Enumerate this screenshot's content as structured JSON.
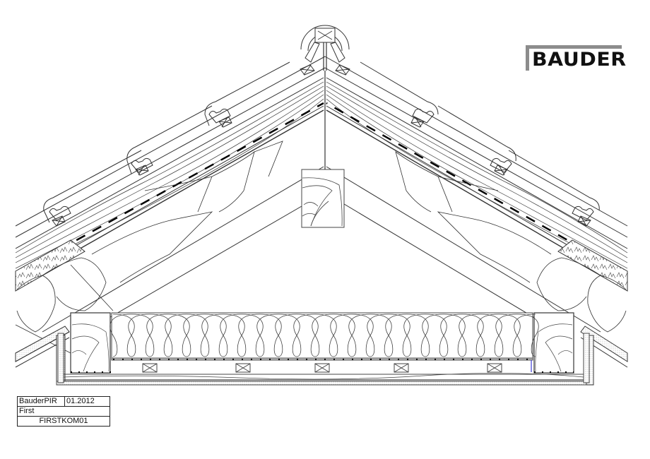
{
  "logo": {
    "text": "BAUDER",
    "bar_color": "#8c8c8c",
    "text_color": "#111111"
  },
  "title_block": {
    "product": "BauderPIR",
    "date": "01.2012",
    "detail_name": "First",
    "drawing_code": "FIRSTKOM01"
  },
  "drawing": {
    "type": "roof ridge cross-section",
    "line_color": "#333333",
    "accent_line_color": "#3b3bd6",
    "hatch_color": "#c8c8c8"
  }
}
